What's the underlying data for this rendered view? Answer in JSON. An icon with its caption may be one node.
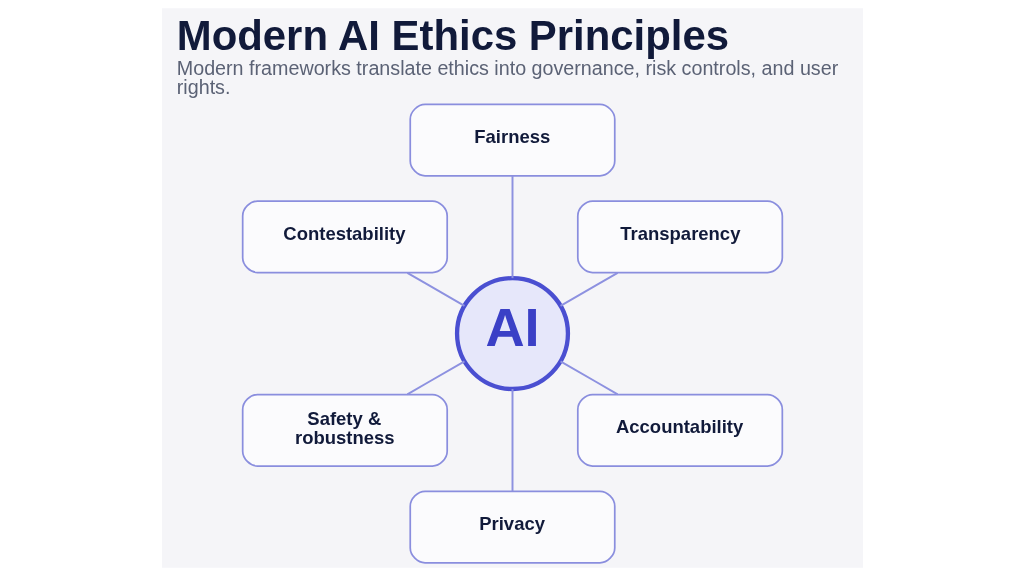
{
  "diagram": {
    "title": "Modern AI Ethics Principles",
    "caption": "Modern frameworks translate ethics into governance, risk controls, and user rights.",
    "nodes": [
      {
        "text": [
          "Fairness"
        ]
      },
      {
        "text": [
          "Contestability"
        ]
      },
      {
        "text": [
          "Transparency"
        ]
      },
      {
        "text": [
          "AI"
        ]
      },
      {
        "text": [
          "Safety & robustness"
        ]
      },
      {
        "text": [
          "Accountability"
        ]
      },
      {
        "text": [
          "Privacy"
        ]
      }
    ],
    "edges": [
      {
        "from": 3,
        "to": 0,
        "arrow": "none"
      },
      {
        "from": 3,
        "to": 2,
        "arrow": "none"
      },
      {
        "from": 3,
        "to": 5,
        "arrow": "none"
      },
      {
        "from": 3,
        "to": 6,
        "arrow": "none"
      },
      {
        "from": 3,
        "to": 4,
        "arrow": "none"
      },
      {
        "from": 3,
        "to": 1,
        "arrow": "none"
      }
    ]
  }
}
